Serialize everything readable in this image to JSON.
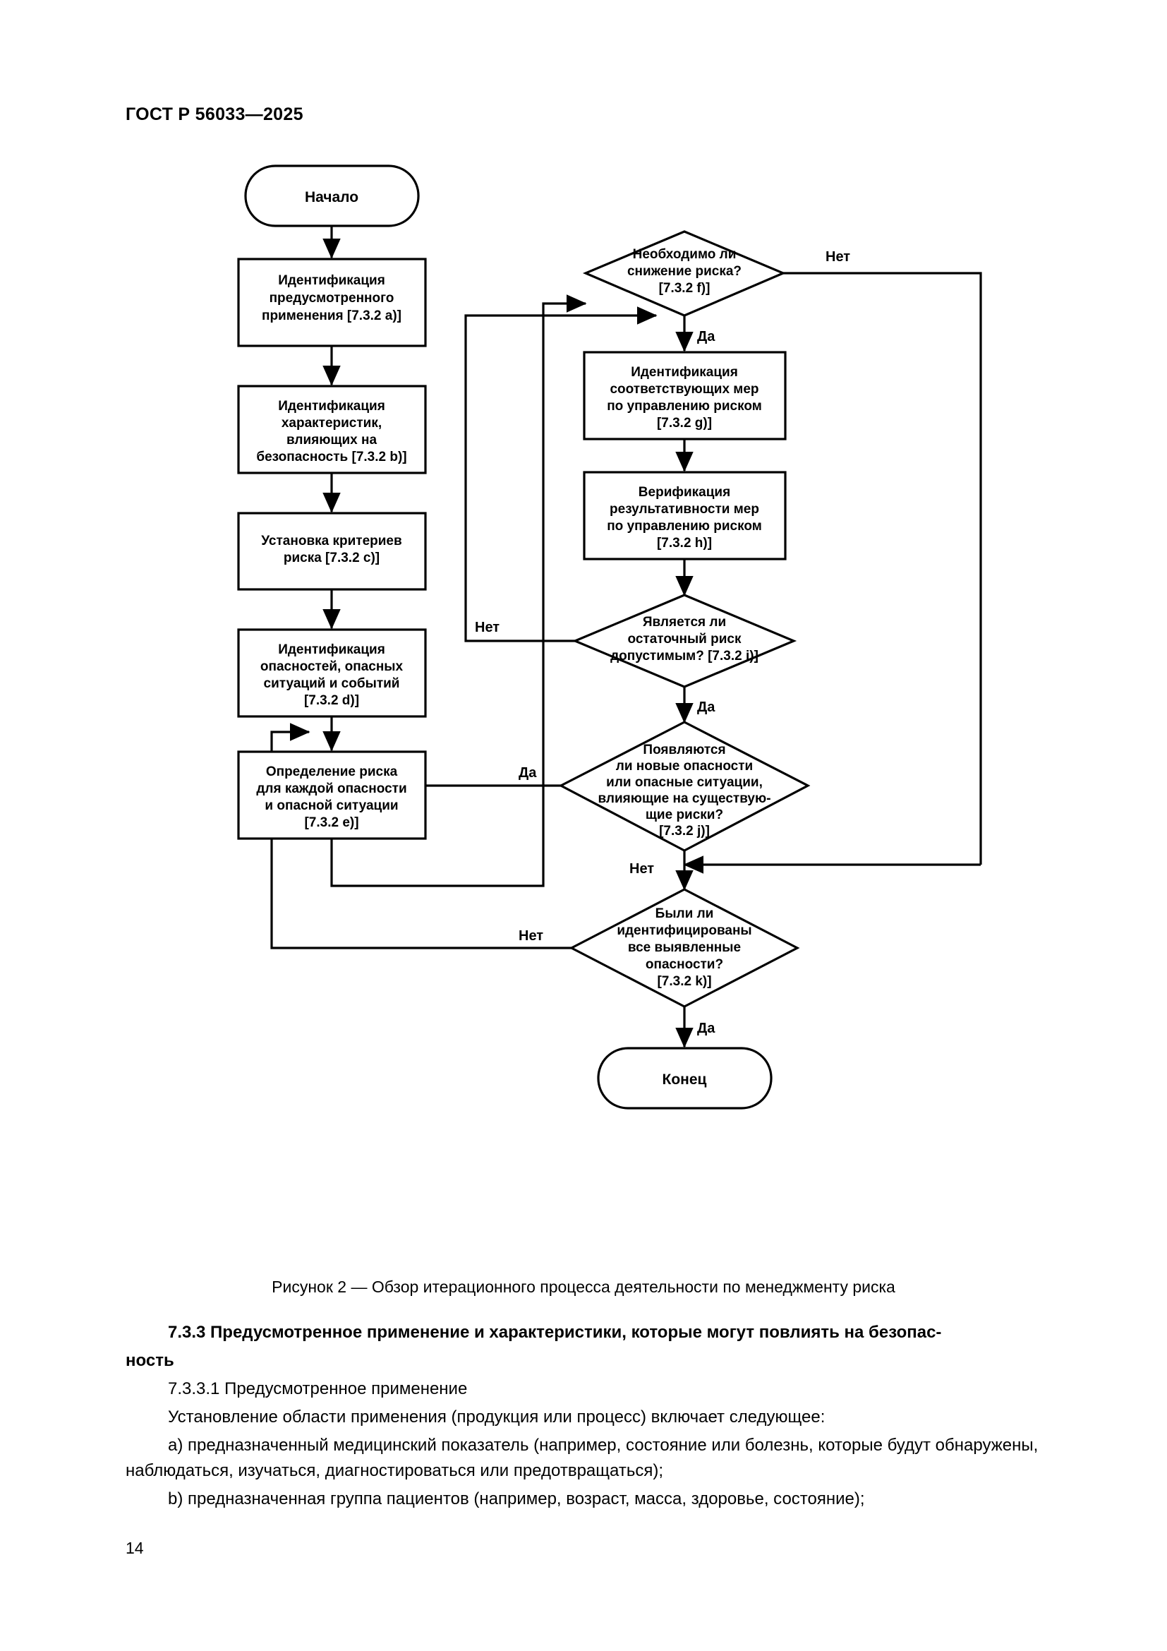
{
  "document": {
    "standard_header": "ГОСТ Р 56033—2025",
    "page_number": "14"
  },
  "figure": {
    "caption": "Рисунок 2 — Обзор итерационного процесса деятельности по менеджменту риска",
    "nodes": {
      "start": {
        "label": "Начало",
        "shape": "terminator"
      },
      "end": {
        "label": "Конец",
        "shape": "terminator"
      },
      "a": {
        "lines": [
          "Идентификация",
          "предусмотренного",
          "применения [7.3.2 a)]"
        ],
        "shape": "process"
      },
      "b": {
        "lines": [
          "Идентификация",
          "характеристик,",
          "влияющих на",
          "безопасность [7.3.2 b)]"
        ],
        "shape": "process"
      },
      "c": {
        "lines": [
          "Установка критериев",
          "риска [7.3.2 c)]"
        ],
        "shape": "process"
      },
      "d": {
        "lines": [
          "Идентификация",
          "опасностей, опасных",
          "ситуаций и событий",
          "[7.3.2 d)]"
        ],
        "shape": "process"
      },
      "e": {
        "lines": [
          "Определение риска",
          "для каждой опасности",
          "и опасной ситуации",
          "[7.3.2 e)]"
        ],
        "shape": "process"
      },
      "f": {
        "lines": [
          "Необходимо ли",
          "снижение риска?",
          "[7.3.2 f)]"
        ],
        "shape": "decision"
      },
      "g": {
        "lines": [
          "Идентификация",
          "соответствующих мер",
          "по управлению риском",
          "[7.3.2 g)]"
        ],
        "shape": "process"
      },
      "h": {
        "lines": [
          "Верификация",
          "результативности мер",
          "по управлению риском",
          "[7.3.2 h)]"
        ],
        "shape": "process"
      },
      "i": {
        "lines": [
          "Является ли",
          "остаточный риск",
          "допустимым? [7.3.2 i)]"
        ],
        "shape": "decision"
      },
      "j": {
        "lines": [
          "Появляются",
          "ли новые опасности",
          "или опасные ситуации,",
          "влияющие на существую-",
          "щие риски?",
          "[7.3.2 j)]"
        ],
        "shape": "decision"
      },
      "k": {
        "lines": [
          "Были ли",
          "идентифицированы",
          "все выявленные",
          "опасности?",
          "[7.3.2 k)]"
        ],
        "shape": "decision"
      }
    },
    "edge_labels": {
      "f_no": "Нет",
      "f_yes": "Да",
      "i_no": "Нет",
      "i_yes": "Да",
      "j_yes": "Да",
      "j_no": "Нет",
      "k_no": "Нет",
      "k_yes": "Да"
    }
  },
  "content": {
    "heading_733_line1": "7.3.3  Предусмотренное применение и характеристики, которые могут повлиять на безопас-",
    "heading_733_line2": "ность",
    "sub_7331": "7.3.3.1  Предусмотренное применение",
    "intro": "Установление области применения (продукция или процесс) включает следующее:",
    "item_a": "a)  предназначенный медицинский показатель (например, состояние или болезнь, которые будут обнаружены, наблюдаться, изучаться, диагностироваться или предотвращаться);",
    "item_b": "b)  предназначенная группа пациентов (например, возраст, масса, здоровье, состояние);"
  }
}
